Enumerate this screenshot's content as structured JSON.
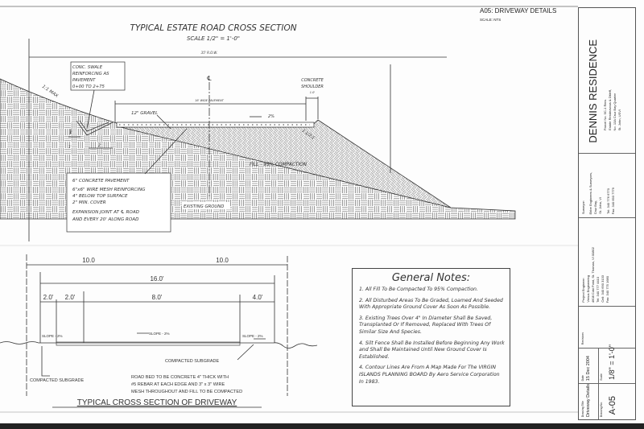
{
  "header": {
    "sheet": "A05: DRIVEWAY DETAILS",
    "scale": "SCALE: NTS"
  },
  "estate_section": {
    "title": "TYPICAL ESTATE ROAD CROSS SECTION",
    "scale": "SCALE 1/2\" = 1'-0\"",
    "row": "35' R.O.W.",
    "centerline": "℄",
    "swale_note": [
      "CONC. SWALE",
      "REINFORCING AS",
      "PAVEMENT",
      "0+00 TO 2+75"
    ],
    "slope_left": "1:1 MAX",
    "slope_right": "1 1/2:1",
    "pavement_width": "16' WIDE PAVEMENT",
    "shoulder": [
      "CONCRETE",
      "SHOULDER"
    ],
    "shoulder_width": "1.0'",
    "gravel": "12\" GRAVEL",
    "crossfall": "2%",
    "fill": "FILL - 95% COMPACTION",
    "existing_ground": "EXISTING GROUND",
    "swale_dim_v": "1'",
    "swale_dim_h1": "1'",
    "swale_dim_h2": "2'",
    "pavement_note": [
      "6\" CONCRETE PAVEMENT",
      "6\"x6\" WIRE MESH REINFORCING",
      "4\" BELOW TOP SURFACE",
      "2\" MIN. COVER",
      "EXPANSION JOINT AT ℄ ROAD",
      "AND EVERY 20' ALONG ROAD"
    ]
  },
  "driveway_section": {
    "dims_top": [
      "10.0",
      "10.0"
    ],
    "dim_total": "16.0'",
    "dims": [
      "2.0'",
      "2.0'",
      "8.0'",
      "4.0'"
    ],
    "slopes": [
      "SLOPE - 2%",
      "SLOPE - 2%",
      "SLOPE - 2%"
    ],
    "subgrade_right": "COMPACTED SUBGRADE",
    "subgrade_left": "COMPACTED SUBGRADE",
    "note": [
      "ROAD BED TO BE CONCRETE 4\" THICK  WITH",
      "#5 REBAR AT EACH EDGE AND 3\" x 3\" WIRE",
      "MESH THROUGHOUT AND FILL TO BE COMPACTED"
    ],
    "title": "TYPICAL CROSS SECTION OF DRIVEWAY"
  },
  "notes": {
    "title": "General Notes:",
    "items": [
      "1. All Fill To Be Compacted To 95% Compaction.",
      "2. All Disturbed Areas To Be Graded, Loamed And Seeded With Appropriate Ground Cover As Soon As Possible.",
      "3. Existing Trees Over 4\" In Diameter Shall Be Saved, Transplanted Or If Removed, Replaced With Trees Of Similar Size And Species.",
      "4. Silt Fence Shall Be Installed Before Beginning Any Work and Shall Be Maintained Until New Ground Cover Is Established.",
      "4. Contour Lines Are From A Map Made For The VIRGIN ISLANDS PLANNING BOARD By Aero Service Corporation In 1983."
    ]
  },
  "title_block": {
    "project": "DENNIS RESIDENCE",
    "address": [
      "Parcel No. 9C-1 Rem.",
      "Estate Rendezvous & Ditleff,",
      "No. 13A Cruz Bay Quarter",
      "St. John, USVI"
    ],
    "surveyor": [
      "Surveyor:",
      "Ebbe Engineers & Surveyors,",
      "Cruz Bay,",
      "St. John, VI",
      "Tel: 340 776 6770",
      "Fax: 340 693 7779"
    ],
    "engineer": [
      "Project Engineer:",
      "Venus Engineering",
      "4608 Coki Point, St. Thomas, VI 00802",
      "Tel: 340 777 4410",
      "Cell: 340 690 3133",
      "Fax: 340 775 1680"
    ],
    "revisions_label": "Revisions",
    "date_label": "Date",
    "date": "15 Dec 2004",
    "scale_label": "Scale",
    "scale": "1/8\" = 1'-0\"",
    "drawing_title_label": "Drawing Title",
    "drawing_title": "Driveway Details",
    "drawing_no_label": "Drawing No.",
    "drawing_no": "A-05"
  }
}
